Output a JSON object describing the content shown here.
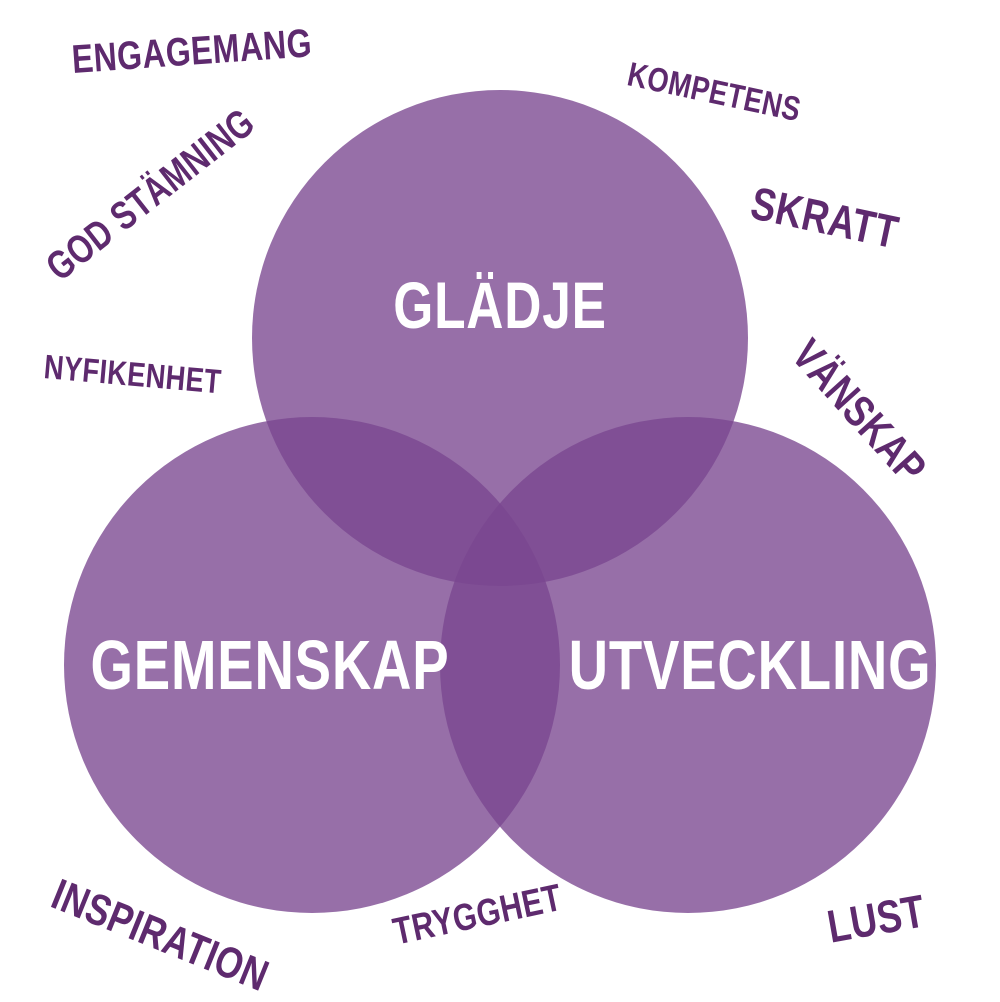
{
  "colors": {
    "circle_fill": "#7a4690",
    "overlap_pair": "#6e3a83",
    "overlap_center": "#5e2a6e",
    "circle_text": "#ffffff",
    "word_text": "#5e2a6e"
  },
  "circles": {
    "top": {
      "label": "GLÄDJE"
    },
    "left": {
      "label": "GEMENSKAP"
    },
    "right": {
      "label": "UTVECKLING"
    }
  },
  "words": {
    "engagemang": "ENGAGEMANG",
    "kompetens": "KOMPETENS",
    "god_stamning": "GOD STÄMNING",
    "skratt": "SKRATT",
    "nyfikenhet": "NYFIKENHET",
    "vanskap": "VÄNSKAP",
    "inspiration": "INSPIRATION",
    "trygghet": "TRYGGHET",
    "lust": "LUST"
  }
}
